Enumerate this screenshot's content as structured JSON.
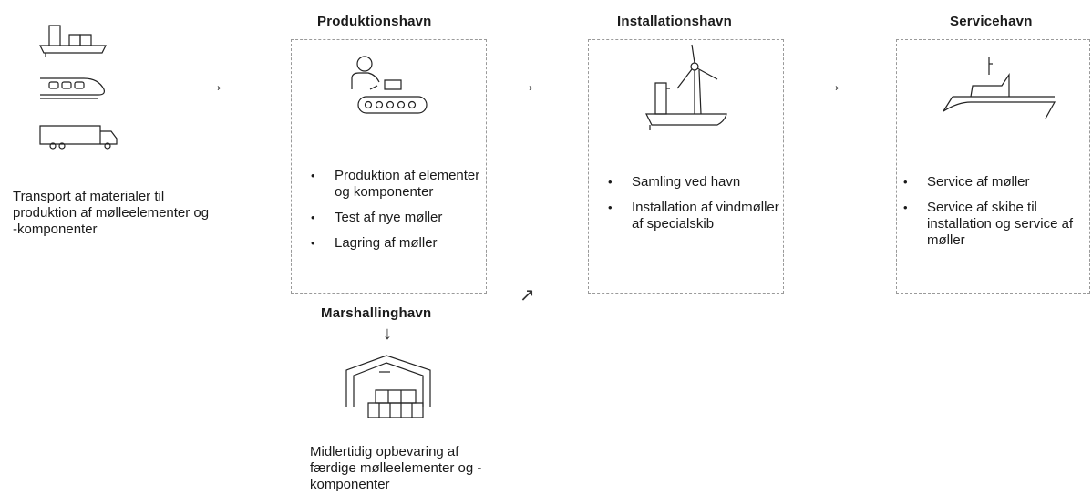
{
  "transport": {
    "text": "Transport af materialer til produktion af mølleelementer og -komponenter",
    "icons": [
      "ship-icon",
      "train-icon",
      "truck-icon"
    ]
  },
  "arrows": {
    "right": "→",
    "diagonal": "↗",
    "down": "↓"
  },
  "production": {
    "title": "Produktionshavn",
    "icon": "production-conveyor-icon",
    "bullets": [
      "Produktion af elementer og komponenter",
      "Test af nye møller",
      "Lagring af møller"
    ]
  },
  "marshalling": {
    "title": "Marshallinghavn",
    "icon": "warehouse-icon",
    "text": "Midlertidig opbevaring af færdige mølleelementer og -komponenter"
  },
  "installation": {
    "title": "Installationshavn",
    "icon": "wind-turbine-ship-icon",
    "bullets": [
      "Samling ved havn",
      "Installation af vindmøller af specialskib"
    ]
  },
  "service": {
    "title": "Servicehavn",
    "icon": "service-vessel-icon",
    "bullets": [
      "Service af møller",
      "Service af skibe til installation og service af møller"
    ]
  }
}
